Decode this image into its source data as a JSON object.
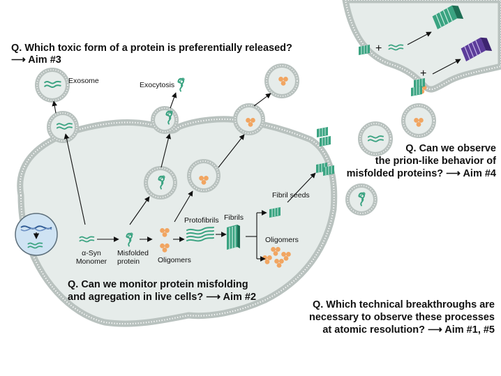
{
  "questions": {
    "q1_line1": "Q. Which toxic form of a protein is preferentially released?",
    "q1_line2": "⟶ Aim #3",
    "q2_line1": "Q. Can we monitor protein misfolding",
    "q2_line2": "and agregation in live cells? ⟶ Aim #2",
    "q3_line1": "Q. Can we observe",
    "q3_line2": "the prion-like behavior of",
    "q3_line3": "misfolded proteins?  ⟶ Aim #4",
    "q4_line1": "Q. Which technical breakthroughs are",
    "q4_line2": "necessary to observe these processes",
    "q4_line3": "at atomic resolution? ⟶ Aim #1, #5"
  },
  "labels": {
    "exosome": "Exosome",
    "exocytosis": "Exocytosis",
    "asyn_line1": "α-Syn",
    "asyn_line2": "Monomer",
    "misfolded_line1": "Misfolded",
    "misfolded_line2": "protein",
    "oligomers_cell": "Oligomers",
    "protofibrils": "Protofibrils",
    "fibrils": "Fibrils",
    "fibril_seeds": "Fibril seeds",
    "oligomers_branch": "Oligomers",
    "plus_top": "+",
    "plus_bottom": "+"
  },
  "colors": {
    "cell_fill": "#e6ecea",
    "membrane": "#b9c2bf",
    "protein_green": "#3aa381",
    "oligomer_orange": "#f1a561",
    "fibril_purple": "#5c3c9a",
    "nucleus_blue": "#cfe3f3"
  }
}
